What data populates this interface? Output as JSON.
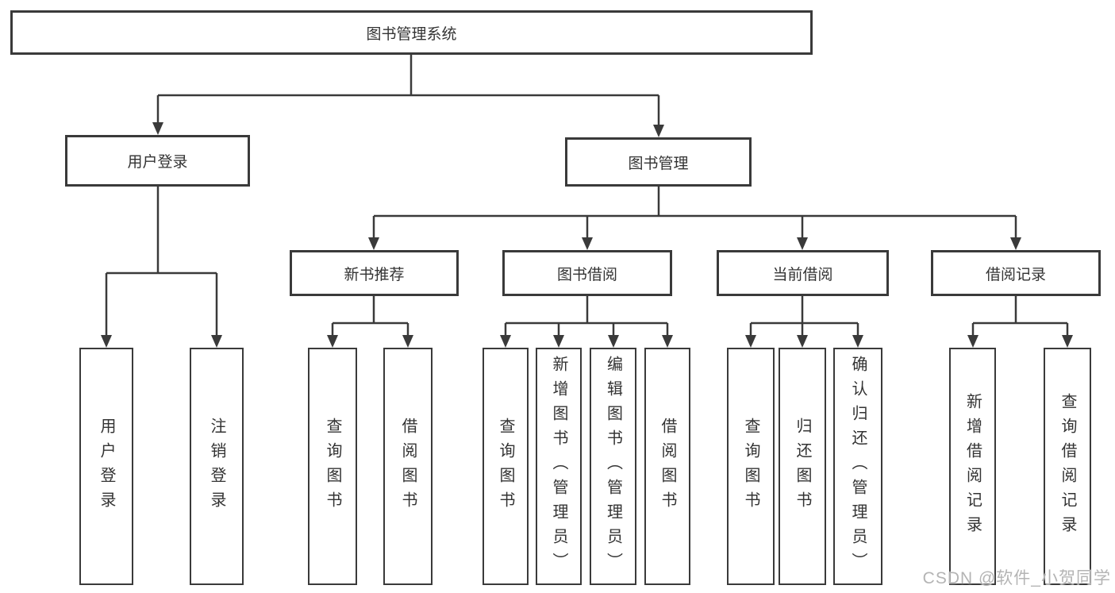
{
  "colors": {
    "line": "#3a3a3a",
    "box_border": "#3a3a3a",
    "text": "#333333",
    "watermark": "#b4b4b4",
    "background": "#ffffff"
  },
  "tree": {
    "root": "图书管理系统",
    "level2": [
      "用户登录",
      "图书管理"
    ],
    "level3": [
      "新书推荐",
      "图书借阅",
      "当前借阅",
      "借阅记录"
    ],
    "leaves": {
      "login": [
        "用户登录",
        "注销登录"
      ],
      "newbook": [
        "查询图书",
        "借阅图书"
      ],
      "borrow": [
        "查询图书",
        "新增图书（管理员）",
        "编辑图书（管理员）",
        "借阅图书"
      ],
      "current": [
        "查询图书",
        "归还图书",
        "确认归还（管理员）"
      ],
      "records": [
        "新增借阅记录",
        "查询借阅记录"
      ]
    }
  },
  "watermark": {
    "text": "CSDN @软件_小贺同学"
  }
}
